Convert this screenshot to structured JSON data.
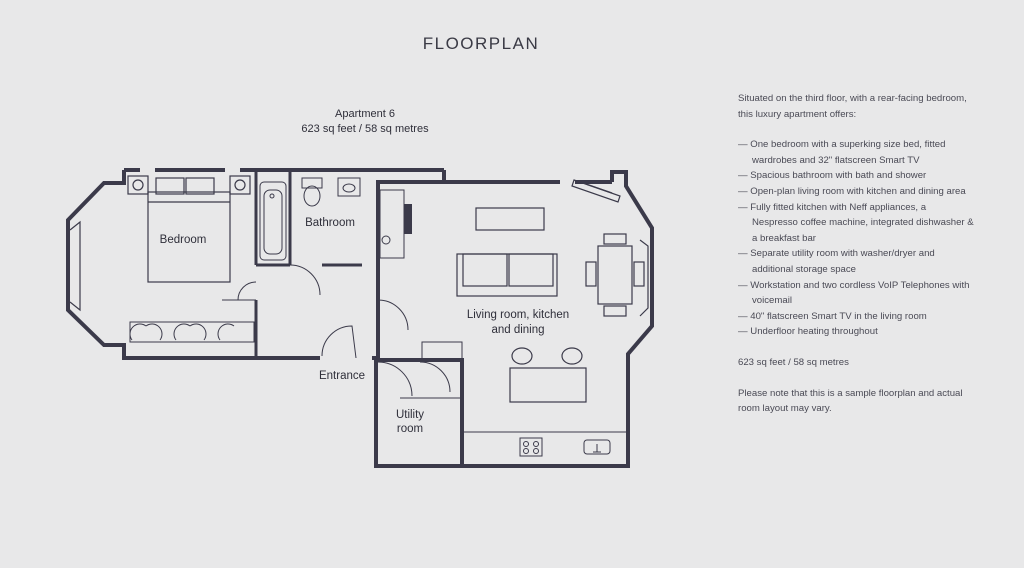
{
  "header": {
    "title": "FLOORPLAN"
  },
  "apartment": {
    "name": "Apartment 6",
    "size": "623 sq feet / 58 sq metres"
  },
  "rooms": {
    "bedroom": "Bedroom",
    "bathroom": "Bathroom",
    "living_line1": "Living room, kitchen",
    "living_line2": "and dining",
    "entrance": "Entrance",
    "utility_line1": "Utility",
    "utility_line2": "room"
  },
  "description": {
    "intro": "Situated on the third floor, with a rear-facing bedroom, this luxury apartment offers:",
    "features": [
      "— One bedroom with a superking size bed, fitted wardrobes and 32\" flatscreen Smart TV",
      "— Spacious bathroom with bath and shower",
      "— Open-plan living room with kitchen and dining area",
      "— Fully fitted kitchen with Neff appliances, a Nespresso coffee machine, integrated dishwasher & a breakfast bar",
      "— Separate utility room with washer/dryer and additional storage space",
      "— Workstation and two cordless VoIP Telephones with voicemail",
      "— 40\" flatscreen Smart TV in the living room",
      "— Underfloor heating throughout"
    ],
    "size": "623 sq feet / 58 sq metres",
    "note": "Please note that this is a sample floorplan and actual room layout may vary."
  },
  "colors": {
    "background": "#e8e8e9",
    "wall": "#3b3a4a",
    "text": "#2f2f3a"
  }
}
